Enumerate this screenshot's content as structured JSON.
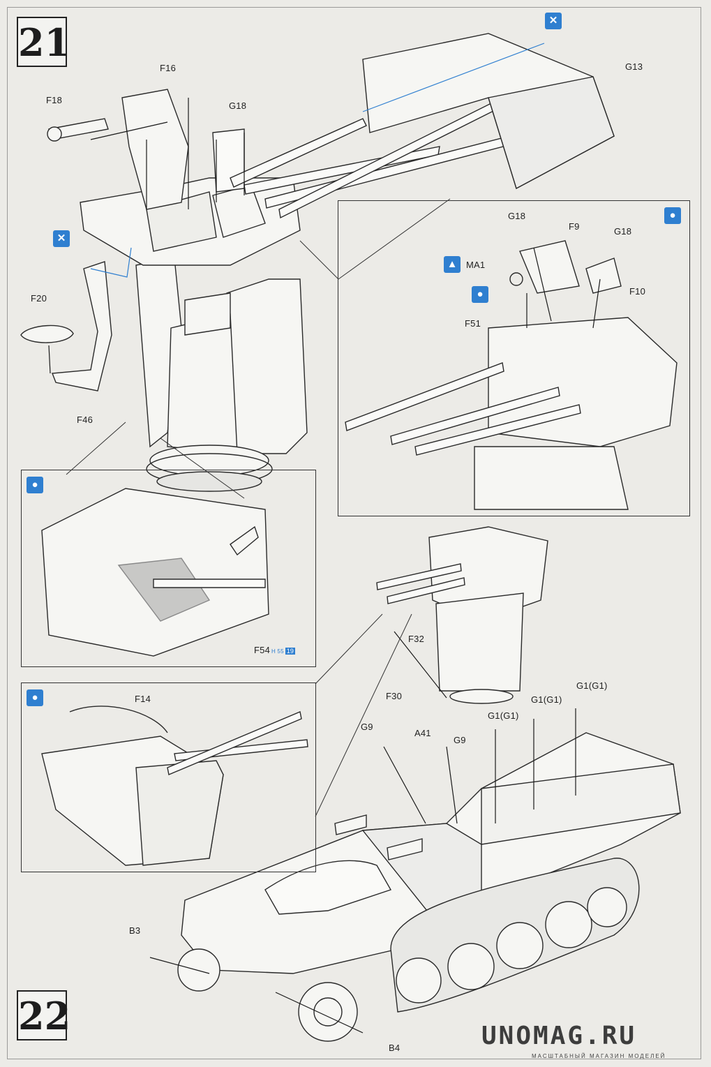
{
  "steps": [
    "21",
    "22"
  ],
  "parts": {
    "F16": "F16",
    "F18": "F18",
    "G18": "G18",
    "G13": "G13",
    "F20": "F20",
    "F46": "F46",
    "G18_inset_a": "G18",
    "F9": "F9",
    "G18_inset_b": "G18",
    "MA1": "MA1",
    "F10": "F10",
    "F51": "F51",
    "F54": "F54",
    "F54_ref_code": "H 55",
    "F54_ref_step": "19",
    "F14": "F14",
    "F32": "F32",
    "F30": "F30",
    "G9_left": "G9",
    "A41": "A41",
    "G9_right": "G9",
    "G1_a": "G1(G1)",
    "G1_b": "G1(G1)",
    "G1_c": "G1(G1)",
    "B3": "B3",
    "B4": "B4"
  },
  "watermark": {
    "brand": "UNOMAG.RU",
    "tagline": "МАСШТАБНЫЙ МАГАЗИН МОДЕЛЕЙ"
  },
  "icons": {
    "colour": "#2f7fd0",
    "remove_marker": "remove-part-icon",
    "glue_marker": "glue-icon",
    "part_option_marker": "part-option-icon"
  }
}
